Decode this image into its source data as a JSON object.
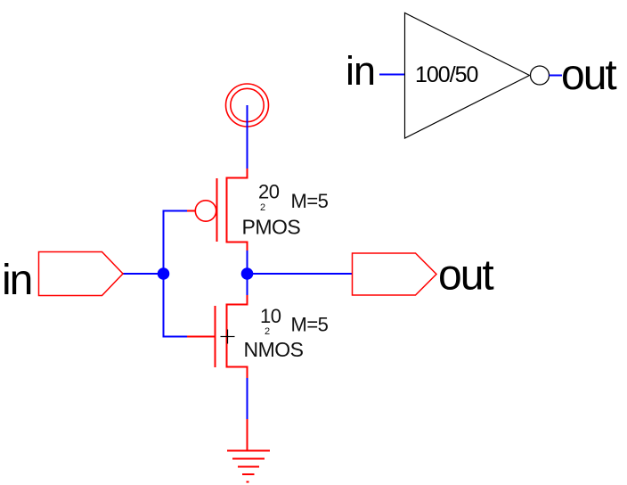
{
  "window": {
    "background": "#ffffff"
  },
  "colors": {
    "wire": "#0000ff",
    "device": "#ff0000",
    "text": "#000000"
  },
  "inverter_icon": {
    "input_label": "in",
    "wl_label": "100/50",
    "output_label": "out"
  },
  "schematic": {
    "input_pin_label": "in",
    "output_pin_label": "out",
    "pmos": {
      "width": "20",
      "length": "2",
      "mult": "M=5",
      "device": "PMOS"
    },
    "nmos": {
      "width": "10",
      "length": "2",
      "mult": "M=5",
      "device": "NMOS"
    }
  }
}
